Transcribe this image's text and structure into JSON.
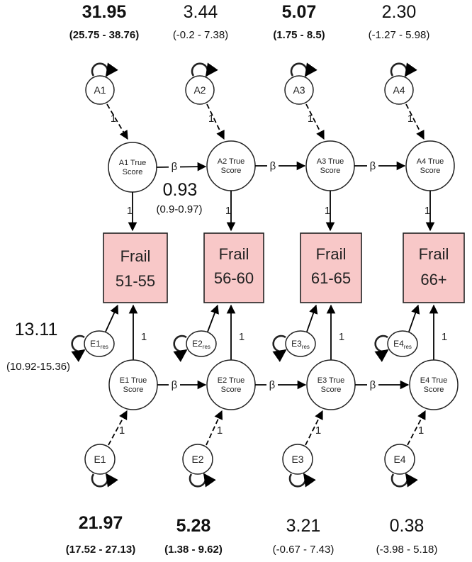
{
  "colors": {
    "box_fill": "#f8c8c8",
    "line": "#000000"
  },
  "loadings": {
    "one": "1"
  },
  "path_labels": {
    "beta": "β"
  },
  "ac_nodes": [
    "A1",
    "A2",
    "A3",
    "A4"
  ],
  "ac_true_scores": [
    {
      "line1": "A1 True",
      "line2": "Score"
    },
    {
      "line1": "A2 True",
      "line2": "Score"
    },
    {
      "line1": "A3 True",
      "line2": "Score"
    },
    {
      "line1": "A4 True",
      "line2": "Score"
    }
  ],
  "frail_boxes": [
    {
      "label": "Frail",
      "range": "51-55"
    },
    {
      "label": "Frail",
      "range": "56-60"
    },
    {
      "label": "Frail",
      "range": "61-65"
    },
    {
      "label": "Frail",
      "range": "66+"
    }
  ],
  "residuals": [
    {
      "base": "E1",
      "sub": "res"
    },
    {
      "base": "E2",
      "sub": "res"
    },
    {
      "base": "E3",
      "sub": "res"
    },
    {
      "base": "E4",
      "sub": "res"
    }
  ],
  "e_true_scores": [
    {
      "line1": "E1 True",
      "line2": "Score"
    },
    {
      "line1": "E2 True",
      "line2": "Score"
    },
    {
      "line1": "E3 True",
      "line2": "Score"
    },
    {
      "line1": "E4 True",
      "line2": "Score"
    }
  ],
  "e_nodes": [
    "E1",
    "E2",
    "E3",
    "E4"
  ],
  "top_estimates": [
    {
      "value": "31.95",
      "ci": "(25.75 - 38.76)",
      "bold": true
    },
    {
      "value": "3.44",
      "ci": "(-0.2 - 7.38)",
      "bold": false
    },
    {
      "value": "5.07",
      "ci": "(1.75 - 8.5)",
      "bold": true
    },
    {
      "value": "2.30",
      "ci": "(-1.27 - 5.98)",
      "bold": false
    }
  ],
  "bottom_estimates": [
    {
      "value": "21.97",
      "ci": "(17.52 - 27.13)",
      "bold": true
    },
    {
      "value": "5.28",
      "ci": "(1.38 - 9.62)",
      "bold": true
    },
    {
      "value": "3.21",
      "ci": "(-0.67 - 7.43)",
      "bold": false
    },
    {
      "value": "0.38",
      "ci": "(-3.98 - 5.18)",
      "bold": false
    }
  ],
  "beta_estimate": {
    "value": "0.93",
    "ci": "(0.9-0.97)"
  },
  "residual_estimate": {
    "value": "13.11",
    "ci": "(10.92-15.36)"
  }
}
